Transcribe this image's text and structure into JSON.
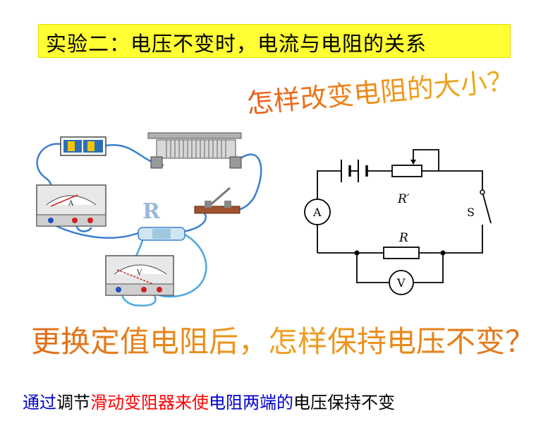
{
  "title": "实验二：电压不变时，电流与电阻的关系",
  "question1": "怎样改变电阻的大小？",
  "question2": "更换定值电阻后，怎样保持电压不变？",
  "footer": [
    {
      "text": "通过",
      "color": "#0000cc"
    },
    {
      "text": "调节",
      "color": "#000000"
    },
    {
      "text": "滑动变阻器来使",
      "color": "#ff0000"
    },
    {
      "text": "电阻两端的",
      "color": "#0000cc"
    },
    {
      "text": "电压保持不变",
      "color": "#000000"
    }
  ],
  "physical": {
    "resistor_label": "R",
    "ammeter_symbol": "A",
    "voltmeter_symbol": "V"
  },
  "schematic": {
    "ammeter": "A",
    "voltmeter": "V",
    "switch": "S",
    "rheostat": "R′",
    "resistor": "R"
  },
  "colors": {
    "title_bg": "#ffff33",
    "wire": "#3a7fd0",
    "resistor_wire": "#4aa8e0"
  }
}
